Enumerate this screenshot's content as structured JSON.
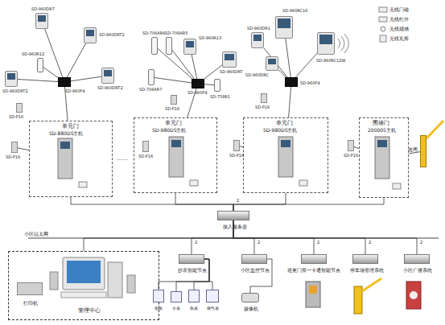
{
  "diagram": {
    "nodes": [
      {
        "text": [
          "SD-960DR7"
        ]
      },
      {
        "text": [
          "SD-960DRT2"
        ]
      },
      {
        "text": [
          "SD-960R12"
        ]
      },
      {
        "text": [
          "SD-960P4"
        ]
      },
      {
        "text": [
          "SD-960DRT2"
        ]
      },
      {
        "text": [
          "SD-960DRT2"
        ]
      },
      {
        "text": [
          "SD-P16"
        ]
      },
      {
        "text": [
          "SD-706AR6"
        ]
      },
      {
        "text": [
          "SD-706AR5"
        ]
      },
      {
        "text": [
          "SD-960R13"
        ]
      },
      {
        "text": [
          "SD-960DRT"
        ]
      },
      {
        "text": [
          "SD-706AR7"
        ]
      },
      {
        "text": [
          "SD-960P4"
        ]
      },
      {
        "text": [
          "SD-758R1"
        ]
      },
      {
        "text": [
          "SD-P16"
        ]
      },
      {
        "text": [
          "SD-960DR1"
        ]
      },
      {
        "text": [
          "SD-960RC16"
        ]
      },
      {
        "text": [
          "SD-960DRC"
        ]
      },
      {
        "text": [
          "SD-960RC12W"
        ]
      },
      {
        "text": [
          "SD-960P4"
        ]
      },
      {
        "text": [
          "SD-P16"
        ]
      },
      {
        "text": [
          "单元门",
          "SD-880DS主机"
        ]
      },
      {
        "text": [
          "单元门",
          "SD-980DS主机"
        ]
      },
      {
        "text": [
          "单元门",
          "SD-980DS主机"
        ]
      },
      {
        "text": [
          "围墙门",
          "20000S主机"
        ]
      },
      {
        "text": [
          "SD-P16"
        ]
      },
      {
        "text": [
          "SD-P16"
        ],
        "in": 22
      },
      {
        "text": [
          "SD-P16"
        ]
      },
      {
        "text": [
          "SD-P16"
        ]
      },
      {
        "text": [
          "道闸"
        ]
      },
      {
        "text": [
          "接入服务器"
        ]
      },
      {
        "text": [
          "管理中心"
        ]
      },
      {
        "text": [
          "打印机"
        ],
        "in": 31
      },
      {
        "text": [
          "抄表智能节点"
        ]
      },
      {
        "text": [
          "电表"
        ]
      },
      {
        "text": [
          "水表"
        ]
      },
      {
        "text": [
          "热表"
        ]
      },
      {
        "text": [
          "煤气表"
        ]
      },
      {
        "text": [
          "小区监控节点"
        ]
      },
      {
        "text": [
          "摄像机"
        ]
      },
      {
        "text": [
          "巡更门禁一卡通智能节点"
        ]
      },
      {
        "text": [
          "停车场管理系统"
        ]
      },
      {
        "text": [
          "小区广播系统"
        ]
      }
    ],
    "edges": [
      {
        "from": 3,
        "to": 0,
        "arrow": "none"
      },
      {
        "from": 3,
        "to": 1,
        "arrow": "none"
      },
      {
        "from": 3,
        "to": 2,
        "arrow": "none"
      },
      {
        "from": 3,
        "to": 4,
        "arrow": "none"
      },
      {
        "from": 3,
        "to": 5,
        "arrow": "none"
      },
      {
        "from": 3,
        "to": 21,
        "arrow": "none"
      },
      {
        "from": 12,
        "to": 7,
        "arrow": "none"
      },
      {
        "from": 12,
        "to": 8,
        "arrow": "none"
      },
      {
        "from": 12,
        "to": 9,
        "arrow": "none"
      },
      {
        "from": 12,
        "to": 10,
        "arrow": "none"
      },
      {
        "from": 12,
        "to": 11,
        "arrow": "none"
      },
      {
        "from": 12,
        "to": 13,
        "arrow": "none"
      },
      {
        "from": 12,
        "to": 22,
        "arrow": "none"
      },
      {
        "from": 19,
        "to": 15,
        "arrow": "none"
      },
      {
        "from": 19,
        "to": 16,
        "arrow": "none"
      },
      {
        "from": 19,
        "to": 17,
        "arrow": "none"
      },
      {
        "from": 19,
        "to": 18,
        "arrow": "none"
      },
      {
        "from": 19,
        "to": 23,
        "arrow": "none"
      },
      {
        "from": 25,
        "to": 21,
        "arrow": "none"
      },
      {
        "from": 27,
        "to": 23,
        "arrow": "none"
      },
      {
        "from": 28,
        "to": 24,
        "arrow": "none"
      },
      {
        "from": 24,
        "to": 29,
        "arrow": "none"
      },
      {
        "from": 21,
        "to": 30,
        "arrow": "none"
      },
      {
        "from": 22,
        "to": 30,
        "arrow": "none"
      },
      {
        "from": 23,
        "to": 30,
        "arrow": "none"
      },
      {
        "from": 24,
        "to": 30,
        "arrow": "none"
      },
      {
        "from": 30,
        "to": 31,
        "arrow": "none"
      },
      {
        "from": 30,
        "to": 33,
        "arrow": "none"
      },
      {
        "from": 30,
        "to": 38,
        "arrow": "none"
      },
      {
        "from": 30,
        "to": 40,
        "arrow": "none"
      },
      {
        "from": 30,
        "to": 41,
        "arrow": "none"
      },
      {
        "from": 30,
        "to": 42,
        "arrow": "none"
      },
      {
        "from": 33,
        "to": 34,
        "arrow": "none"
      },
      {
        "from": 33,
        "to": 35,
        "arrow": "none"
      },
      {
        "from": 33,
        "to": 36,
        "arrow": "none"
      },
      {
        "from": 33,
        "to": 37,
        "arrow": "none"
      },
      {
        "from": 38,
        "to": 39,
        "arrow": "none"
      }
    ],
    "labels": [
      "……",
      "小区以太网",
      "2",
      "2",
      "2",
      "2",
      "2",
      "2"
    ],
    "legend": [
      {
        "text": "无线门磁"
      },
      {
        "text": "无线红外"
      },
      {
        "text": "无线烟感"
      },
      {
        "text": "无线瓦斯"
      }
    ]
  }
}
